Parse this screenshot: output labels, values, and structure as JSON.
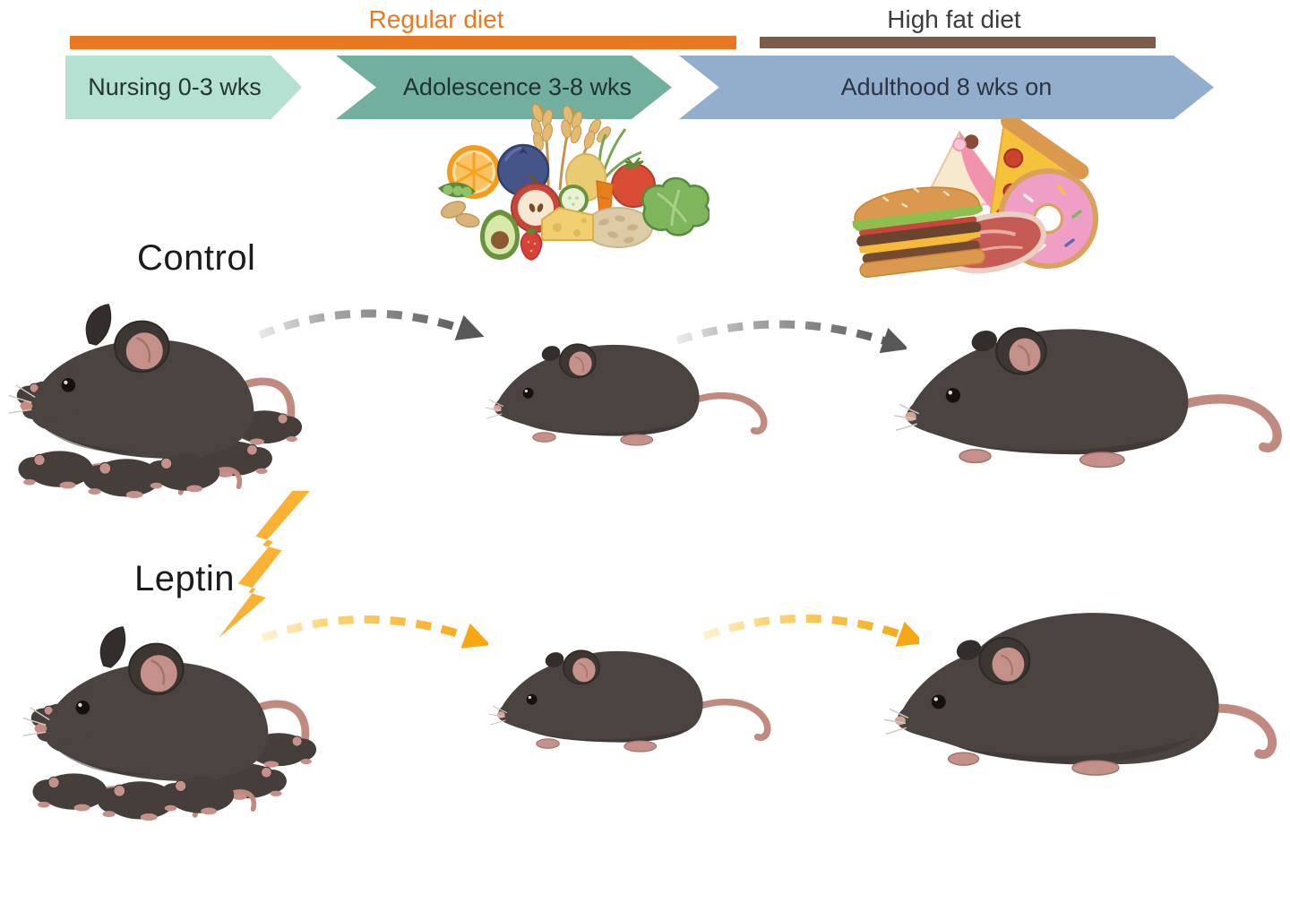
{
  "diet_phases": [
    {
      "label": "Regular diet",
      "bar_color": "#E87722",
      "text_color": "#E87A20"
    },
    {
      "label": "High fat diet",
      "bar_color": "#7B5B49",
      "text_color": "#3C3C3B"
    }
  ],
  "life_stages": [
    {
      "label": "Nursing 0-3 wks",
      "fill": "#B5E1D2",
      "text_color": "#243532"
    },
    {
      "label": "Adolescence 3-8 wks",
      "fill": "#72AF9E",
      "text_color": "#203330"
    },
    {
      "label": "Adulthood 8 wks on",
      "fill": "#93AECD",
      "text_color": "#2C3440"
    }
  ],
  "experiment_rows": [
    {
      "label": "Control",
      "arrow_color_start": "#ECECEC",
      "arrow_color_end": "#595959",
      "illustrations": [
        "dam-with-litter",
        "adolescent-mouse",
        "adult-mouse"
      ]
    },
    {
      "label": "Leptin",
      "treatment_icon": "lightning-bolt-icon",
      "bolt_color": "#F9B233",
      "arrow_color_start": "#FDF3D2",
      "arrow_color_end": "#F6A713",
      "illustrations": [
        "dam-with-litter",
        "adolescent-mouse",
        "obese-adult-mouse"
      ]
    }
  ],
  "food_groups": [
    {
      "name": "healthy-foods-icon",
      "under_stage": "Adolescence 3-8 wks",
      "items": [
        "wheat",
        "orange-slice",
        "blueberry",
        "apple",
        "avocado",
        "strawberry",
        "cheese-wedge",
        "cucumber-slice",
        "carrot",
        "tomato",
        "lettuce",
        "oats",
        "pea-pod",
        "peanuts"
      ]
    },
    {
      "name": "junk-foods-icon",
      "under_stage": "Adulthood 8 wks on",
      "items": [
        "hamburger",
        "cake-slice",
        "pizza-slice",
        "steak",
        "donut"
      ]
    }
  ],
  "palette": {
    "mouse_body": "#4B4340",
    "mouse_pink": "#C6908A",
    "background": "#FFFFFF"
  }
}
